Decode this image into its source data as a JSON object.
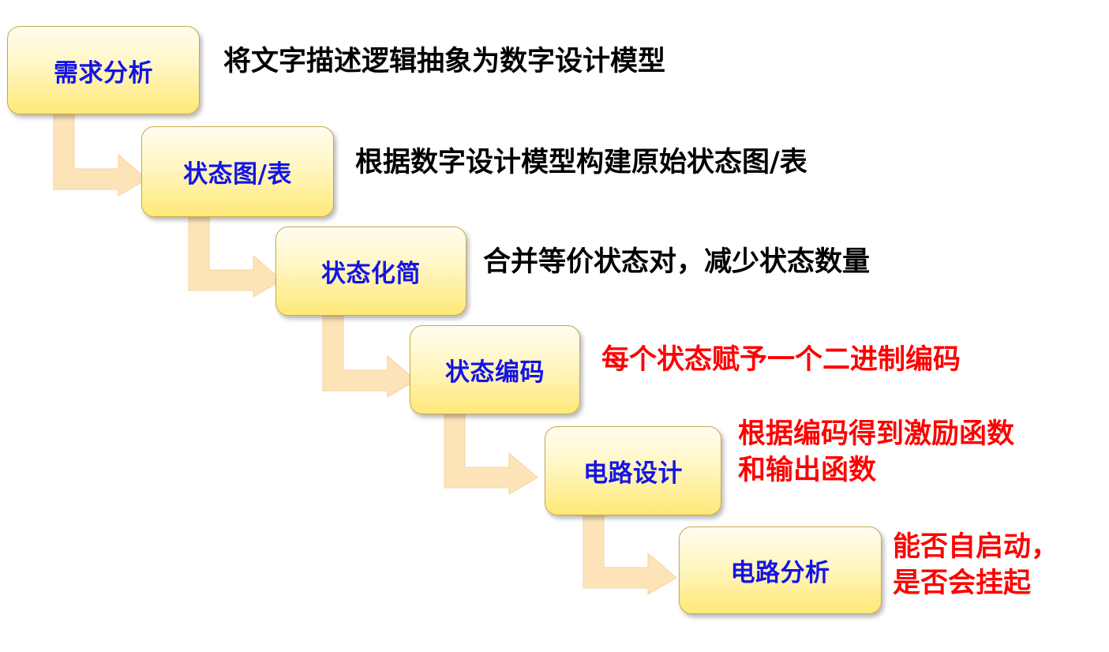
{
  "colors": {
    "box_label": "#1414e6",
    "desc_normal": "#000000",
    "desc_highlight": "#ff0000",
    "box_fill_top": "#fffdf0",
    "box_fill_bottom": "#ffe978",
    "arrow_fill": "#fde3b8"
  },
  "steps": [
    {
      "label": "需求分析",
      "desc": [
        "将文字描述逻辑抽象为数字设计模型"
      ],
      "highlight": false
    },
    {
      "label": "状态图/表",
      "desc": [
        "根据数字设计模型构建原始状态图/表"
      ],
      "highlight": false
    },
    {
      "label": "状态化简",
      "desc": [
        "合并等价状态对，减少状态数量"
      ],
      "highlight": false
    },
    {
      "label": "状态编码",
      "desc": [
        "每个状态赋予一个二进制编码"
      ],
      "highlight": true
    },
    {
      "label": "电路设计",
      "desc": [
        "根据编码得到激励函数",
        "和输出函数"
      ],
      "highlight": true
    },
    {
      "label": "电路分析",
      "desc": [
        "能否自启动，",
        "是否会挂起"
      ],
      "highlight": true
    }
  ]
}
